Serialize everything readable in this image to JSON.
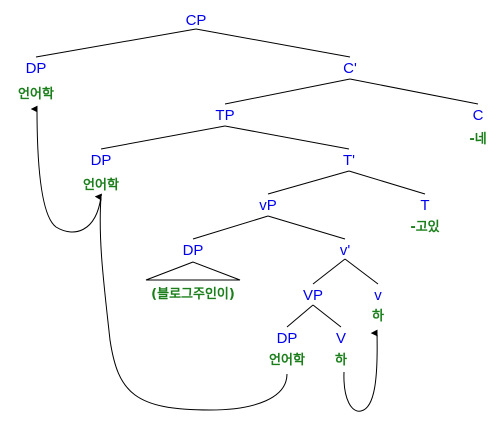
{
  "colors": {
    "node": "#0000ee",
    "word": "#1a7f1a",
    "line": "#000000"
  },
  "nodes": {
    "cp": "CP",
    "dp_spec_cp": "DP",
    "c_bar": "C'",
    "tp": "TP",
    "c_head": "C",
    "dp_spec_tp": "DP",
    "t_bar": "T'",
    "vp_small": "vP",
    "t_head": "T",
    "dp_subject": "DP",
    "v_small_bar": "v'",
    "vp": "VP",
    "v_small_head": "v",
    "dp_object": "DP",
    "v_head": "V"
  },
  "words": {
    "dp_spec_cp": "언어학",
    "c_head": "-네",
    "dp_spec_tp": "언어학",
    "t_head": "-고있",
    "dp_subject": "(블로그주인이)",
    "v_small_head": "하",
    "dp_object": "언어학",
    "v_head": "하"
  }
}
